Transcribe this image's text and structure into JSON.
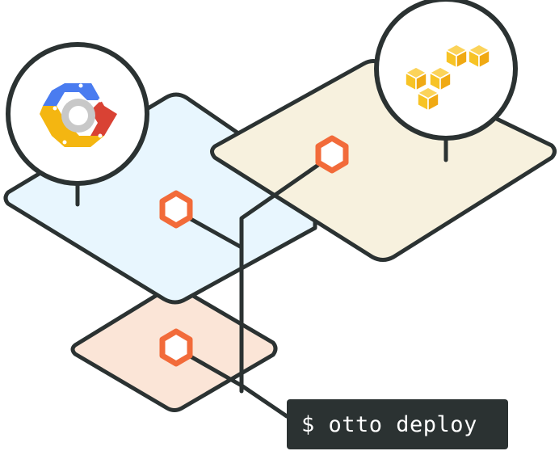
{
  "terminal": {
    "command": "$ otto deploy"
  },
  "colors": {
    "outline": "#2b3232",
    "gcp_plane": "#e8f6fe",
    "aws_plane": "#f7f1de",
    "local_plane": "#fbe5d7",
    "node": "#f26b3a",
    "gcp_blue": "#4a7cf0",
    "gcp_red": "#d94234",
    "gcp_yellow": "#f4b611",
    "gcp_grey": "#c8c8c8",
    "aws_orange": "#f7c325"
  },
  "icons": {
    "gcp": "google-cloud-platform-logo",
    "aws": "aws-cubes-logo",
    "node": "hexagon-node-icon"
  }
}
